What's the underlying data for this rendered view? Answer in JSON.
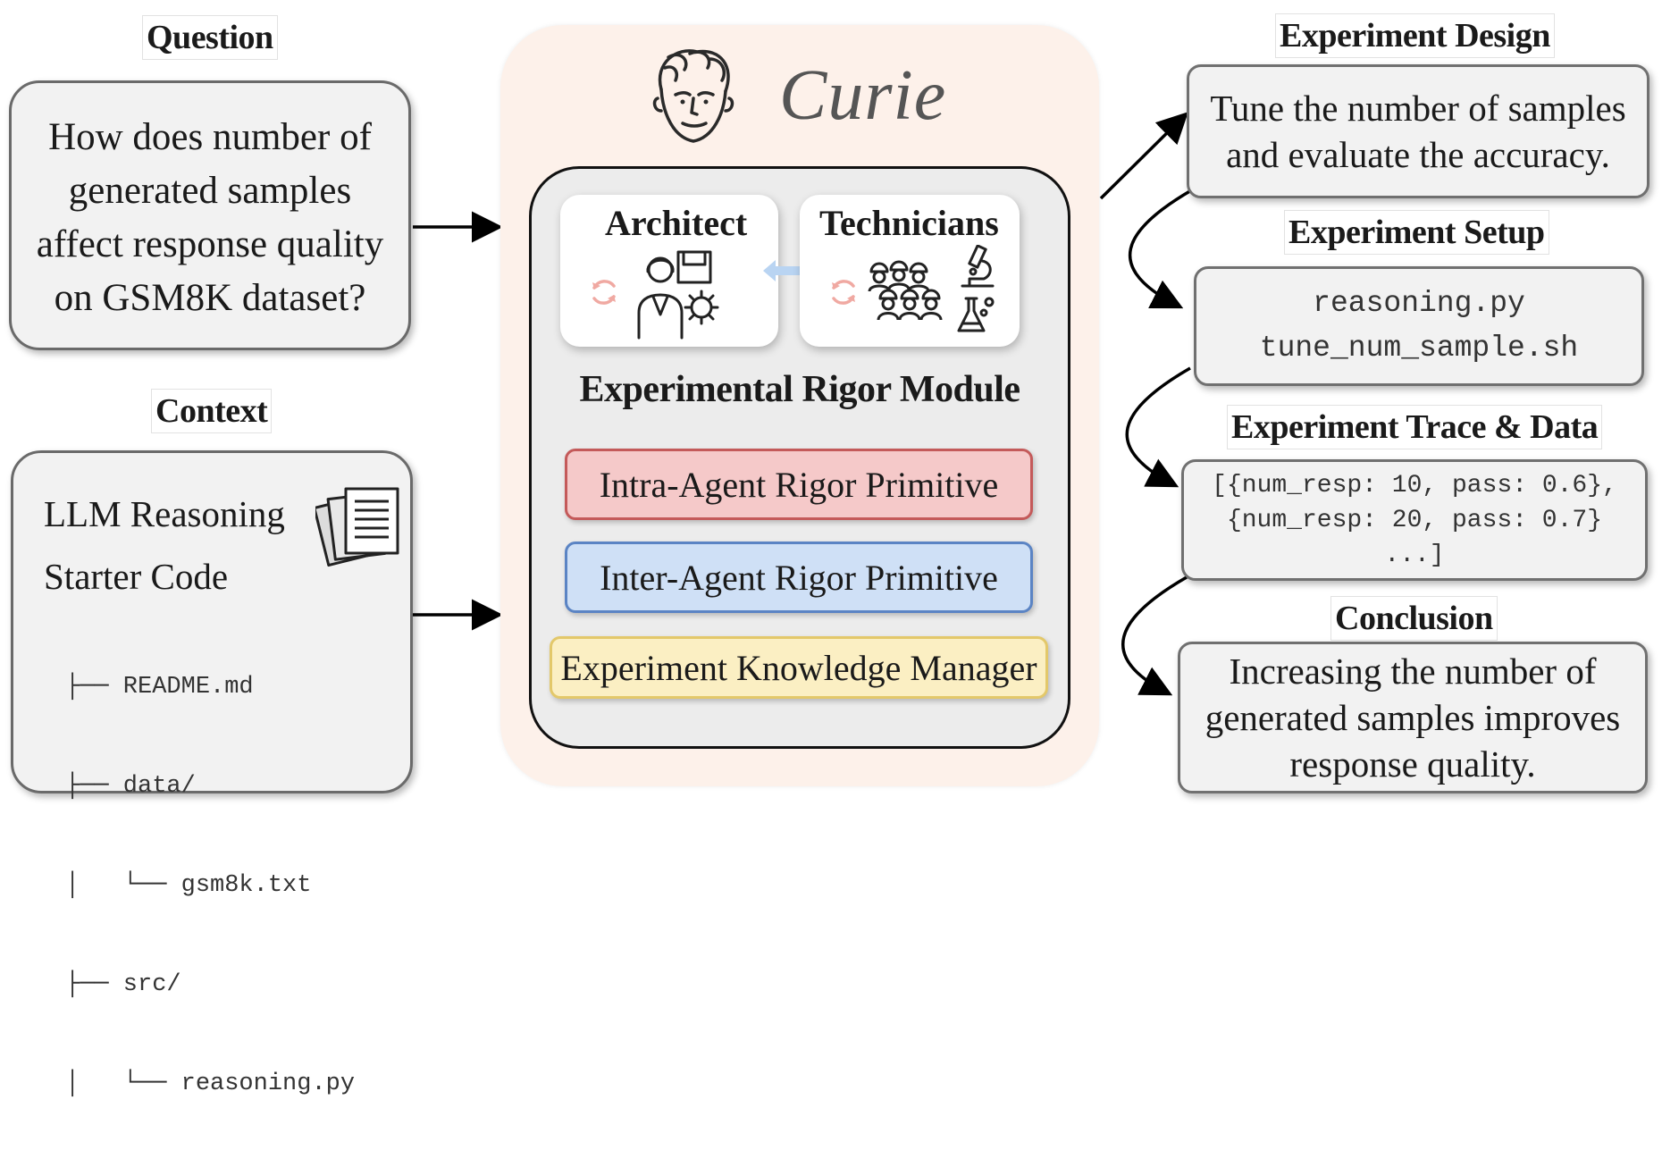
{
  "question": {
    "title": "Question",
    "lines": [
      "How does number of",
      "generated samples",
      "affect response quality",
      "on GSM8K dataset?"
    ]
  },
  "context": {
    "title": "Context",
    "llm_reasoning": "LLM Reasoning",
    "starter_code": "Starter Code",
    "tree": [
      "├── README.md",
      "├── data/",
      "│   └── gsm8k.txt",
      "├── src/",
      "│   └── reasoning.py"
    ]
  },
  "curie": {
    "name": "Curie",
    "architect": "Architect",
    "technicians": "Technicians",
    "module_title": "Experimental Rigor Module",
    "intra": "Intra-Agent Rigor Primitive",
    "inter": "Inter-Agent Rigor Primitive",
    "knowledge": "Experiment Knowledge Manager"
  },
  "design": {
    "title": "Experiment Design",
    "lines": [
      "Tune the number of samples",
      "and evaluate the accuracy."
    ]
  },
  "setup": {
    "title": "Experiment Setup",
    "lines": [
      "reasoning.py",
      "tune_num_sample.sh"
    ]
  },
  "trace": {
    "title": "Experiment Trace & Data",
    "lines": [
      "[{num_resp: 10, pass: 0.6},",
      "{num_resp: 20, pass: 0.7}",
      "...]"
    ]
  },
  "conclusion": {
    "title": "Conclusion",
    "lines": [
      "Increasing the number of",
      "generated samples improves",
      "response quality."
    ]
  },
  "colors": {
    "curie_bg": "#fdf1ea",
    "module_bg": "#ececec",
    "intra_fill": "#f5c9c9",
    "intra_border": "#c45a5a",
    "inter_fill": "#cfe0f6",
    "inter_border": "#5b84c4",
    "knowledge_fill": "#fbefc3",
    "knowledge_border": "#e3c86a"
  }
}
